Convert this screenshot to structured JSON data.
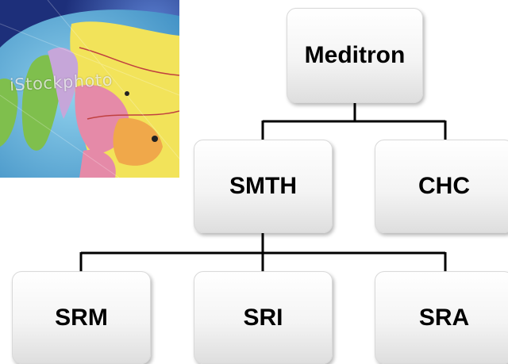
{
  "image": {
    "watermark": "iStockphoto"
  },
  "org_chart": {
    "root": "Meditron",
    "level1": [
      "SMTH",
      "CHC"
    ],
    "level2": [
      "SRM",
      "SRI",
      "SRA"
    ]
  }
}
